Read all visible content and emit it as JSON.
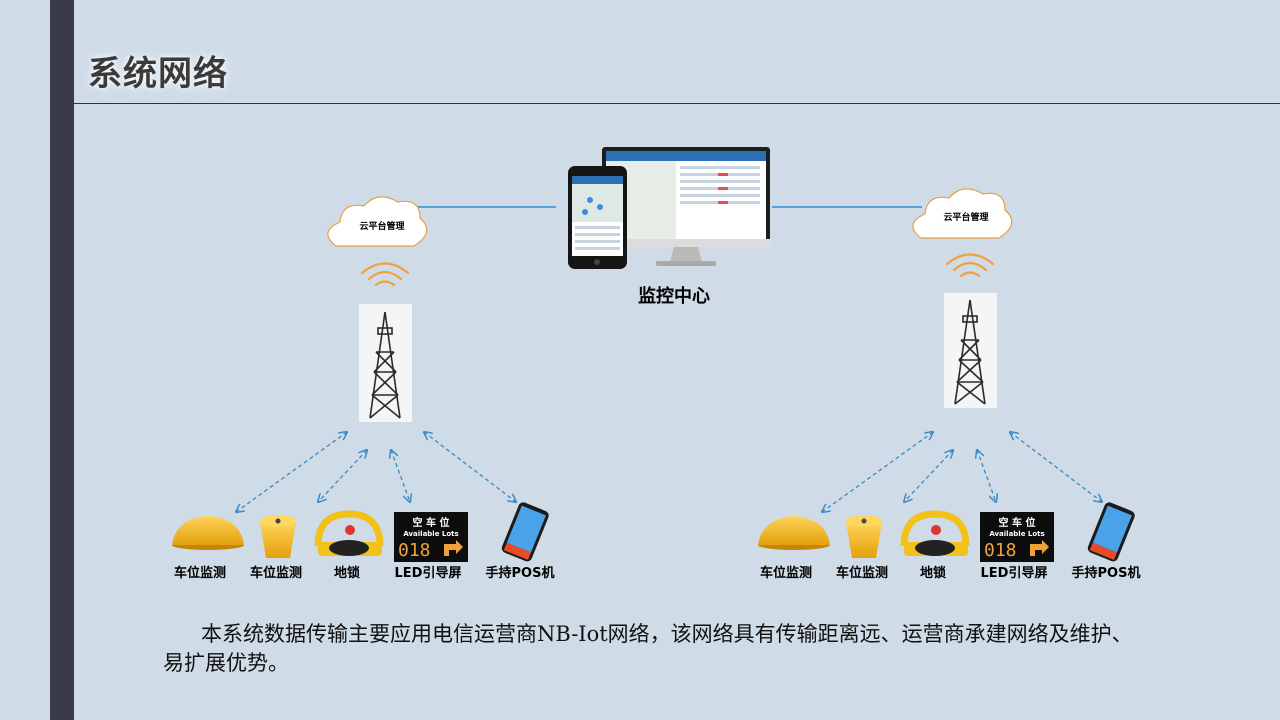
{
  "slide": {
    "title": "系统网络",
    "description": "本系统数据传输主要应用电信运营商NB-Iot网络，该网络具有传输距离远、运营商承建网络及维护、易扩展优势。"
  },
  "center": {
    "label": "监控中心"
  },
  "clusters": [
    {
      "cloud_label": "云平台管理",
      "devices": [
        "车位监测",
        "车位监测",
        "地锁",
        "LED引导屏",
        "手持POS机"
      ]
    },
    {
      "cloud_label": "云平台管理",
      "devices": [
        "车位监测",
        "车位监测",
        "地锁",
        "LED引导屏",
        "手持POS机"
      ]
    }
  ],
  "led_screen": {
    "top_text": "空 车 位",
    "sub_text": "Available Lots",
    "count": "018"
  },
  "colors": {
    "background": "#cfdbe7",
    "side_bar": "#3b3a4b",
    "link_line": "#5aa0d8",
    "wifi": "#f0a13a",
    "device_yellow": "#f2b31a"
  }
}
